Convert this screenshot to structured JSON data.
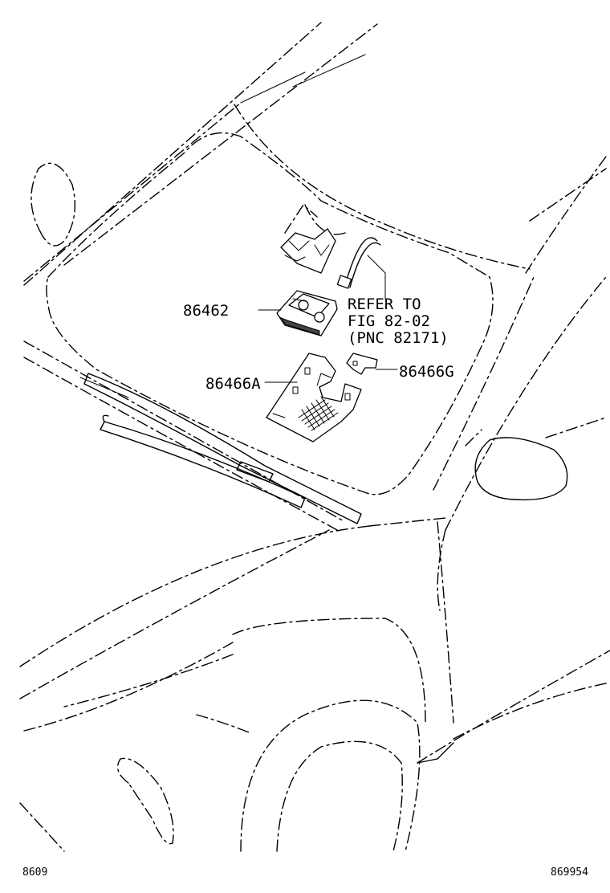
{
  "callouts": {
    "part_86462": "86462",
    "part_86466A": "86466A",
    "part_86466G": "86466G",
    "refer_line1": "REFER TO",
    "refer_line2": "FIG 82-02",
    "refer_line3": "(PNC 82171)"
  },
  "footer": {
    "figure_code": "8609",
    "illustration_id": "869954"
  }
}
